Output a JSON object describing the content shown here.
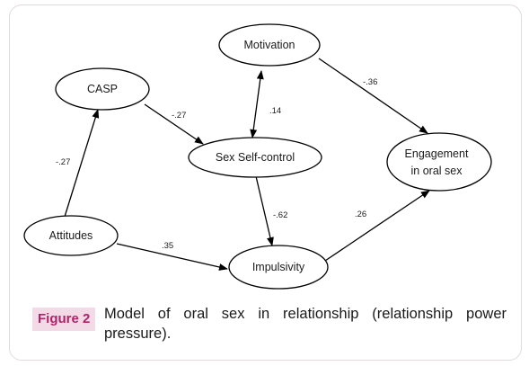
{
  "colors": {
    "frame_border": "#e0dadd",
    "figure_tag_bg": "#f2dbe7",
    "figure_tag_text": "#b0236a",
    "stroke": "#000000"
  },
  "nodes": {
    "motivation": "Motivation",
    "casp": "CASP",
    "sex_self_control": "Sex Self-control",
    "engagement_line1": "Engagement",
    "engagement_line2": "in oral sex",
    "attitudes": "Attitudes",
    "impulsivity": "Impulsivity"
  },
  "edges": {
    "motivation_engagement": "-.36",
    "casp_selfcontrol": "-.27",
    "motivation_selfcontrol": ".14",
    "attitudes_casp": "-.27",
    "selfcontrol_impulsivity": "-.62",
    "impulsivity_engagement": ".26",
    "attitudes_impulsivity": ".35"
  },
  "caption": {
    "tag": "Figure 2",
    "text": "Model of oral sex in relationship (relationship power pressure)."
  }
}
